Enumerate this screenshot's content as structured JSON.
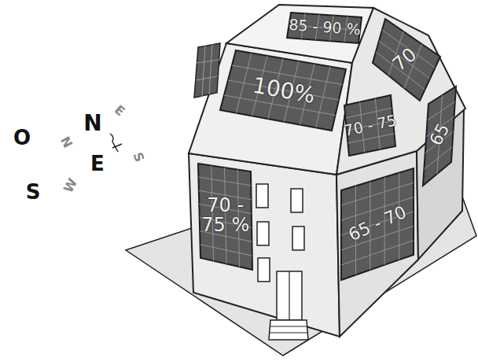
{
  "diagram": {
    "nodes": [
      {
        "text": [
          "85 - 90 %"
        ]
      },
      {
        "text": [
          "100%"
        ]
      },
      {
        "text": [
          "70"
        ]
      },
      {
        "text": [
          "70 - 75"
        ]
      },
      {
        "text": [
          "65"
        ]
      },
      {
        "text": [
          "70 - 75 %"
        ]
      },
      {
        "text": [
          "65 - 70"
        ]
      }
    ],
    "labels": [
      "O",
      "N",
      "E",
      "S",
      "N",
      "E",
      "S",
      "W"
    ]
  }
}
